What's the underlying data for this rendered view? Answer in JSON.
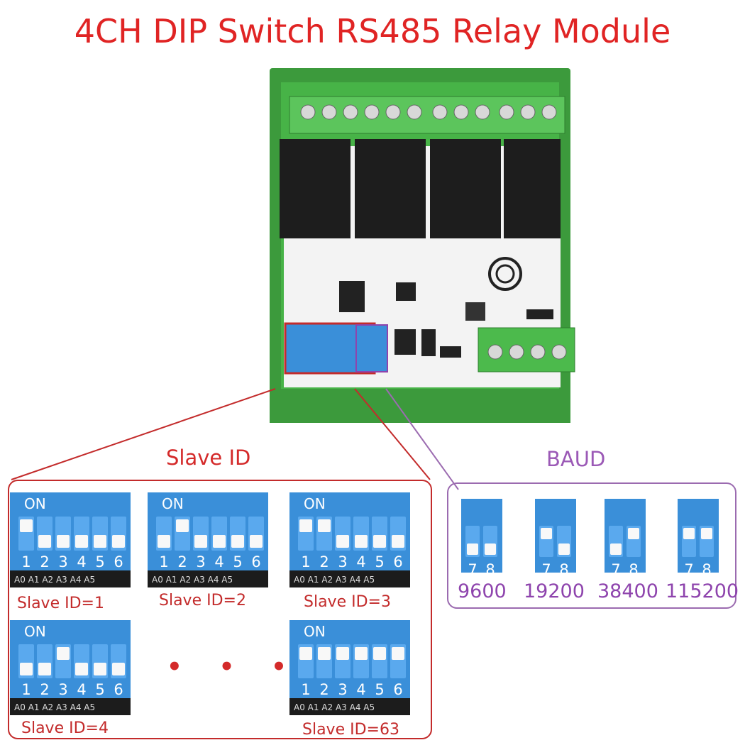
{
  "title": "4CH DIP Switch RS485 Relay Module",
  "colors": {
    "title": "#e02424",
    "slave": "#c32b2b",
    "baud": "#8e44ad",
    "dip_blue": "#3a8fd9",
    "board_green": "#3fae3f"
  },
  "board": {
    "image_alt": "RS485 relay module board photo",
    "silkscreen_icon": "board-photo-icon"
  },
  "slave_section": {
    "label": "Slave ID",
    "switch_on": "ON",
    "switch_numbers": [
      "1",
      "2",
      "3",
      "4",
      "5",
      "6"
    ],
    "address_labels": "A0 A1 A2 A3 A4 A5",
    "examples": [
      {
        "caption": "Slave ID=1",
        "on": [
          1
        ]
      },
      {
        "caption": "Slave ID=2",
        "on": [
          2
        ]
      },
      {
        "caption": "Slave ID=3",
        "on": [
          1,
          2
        ]
      },
      {
        "caption": "Slave ID=4",
        "on": [
          3
        ]
      },
      {
        "caption": "Slave ID=63",
        "on": [
          1,
          2,
          3,
          4,
          5,
          6
        ]
      }
    ],
    "ellipsis": "• • •"
  },
  "baud_section": {
    "label": "BAUD",
    "switch_numbers": [
      "7",
      "8"
    ],
    "rates": [
      {
        "caption": "9600",
        "on": []
      },
      {
        "caption": "19200",
        "on": [
          7
        ]
      },
      {
        "caption": "38400",
        "on": [
          8
        ]
      },
      {
        "caption": "115200",
        "on": [
          7,
          8
        ]
      }
    ]
  }
}
